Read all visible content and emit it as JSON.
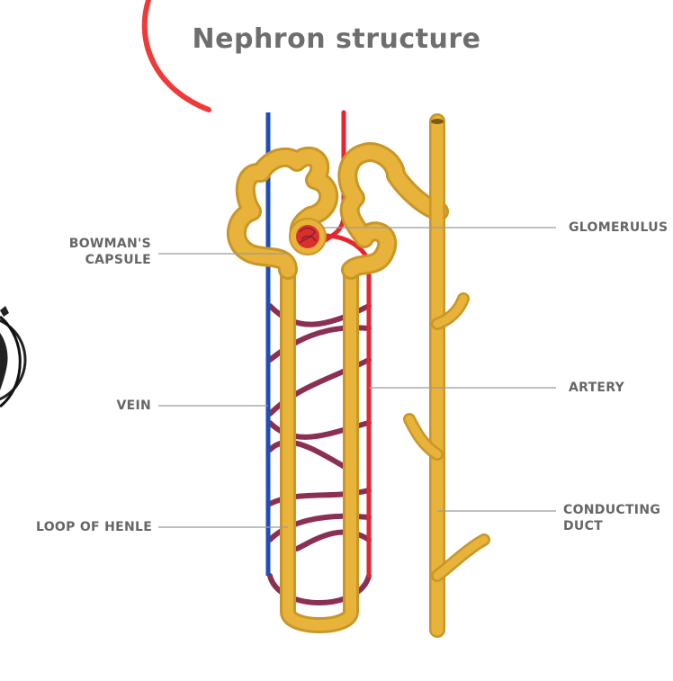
{
  "title": "Nephron structure",
  "colors": {
    "tubule": "#e8b33a",
    "tubule_dark": "#c99627",
    "artery": "#e3262f",
    "vein": "#1f4fb3",
    "capillary": "#8b2f55",
    "leader": "#9a9a9a",
    "label_text": "#666666",
    "accent_arc": "#f03a3a"
  },
  "labels": {
    "bowmans_capsule": [
      "BOWMAN'S",
      "CAPSULE"
    ],
    "glomerulus": "GLOMERULUS",
    "vein": "VEIN",
    "artery": "ARTERY",
    "loop_of_henle": "LOOP OF HENLE",
    "conducting_duct": [
      "CONDUCTING",
      "DUCT"
    ]
  },
  "icons": [
    "decorative-arc-icon",
    "badge-logo-icon"
  ]
}
